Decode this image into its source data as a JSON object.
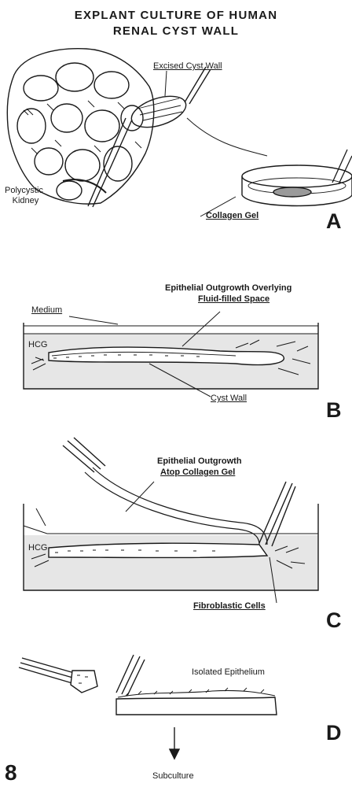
{
  "title": {
    "line1": "EXPLANT CULTURE OF HUMAN",
    "line2": "RENAL CYST WALL"
  },
  "panels": {
    "a": {
      "letter": "A",
      "excised_label": "Excised Cyst Wall",
      "kidney_label_line1": "Polycystic",
      "kidney_label_line2": "Kidney",
      "collagen_label": "Collagen Gel"
    },
    "b": {
      "letter": "B",
      "outgrowth_line1": "Epithelial Outgrowth Overlying",
      "outgrowth_line2": "Fluid-filled Space",
      "medium_label": "Medium",
      "hcg_label": "HCG",
      "cyst_wall_label": "Cyst  Wall"
    },
    "c": {
      "letter": "C",
      "outgrowth_line1": "Epithelial Outgrowth",
      "outgrowth_line2": "Atop Collagen Gel",
      "hcg_label": "HCG",
      "fibroblast_label": "Fibroblastic Cells"
    },
    "d": {
      "letter": "D",
      "isolated_label": "Isolated Epithelium",
      "subculture_label": "Subculture"
    }
  },
  "figure_number": "8",
  "colors": {
    "ink": "#1a1a1a",
    "gel_fill": "#e6e6e6",
    "paper": "#ffffff"
  }
}
